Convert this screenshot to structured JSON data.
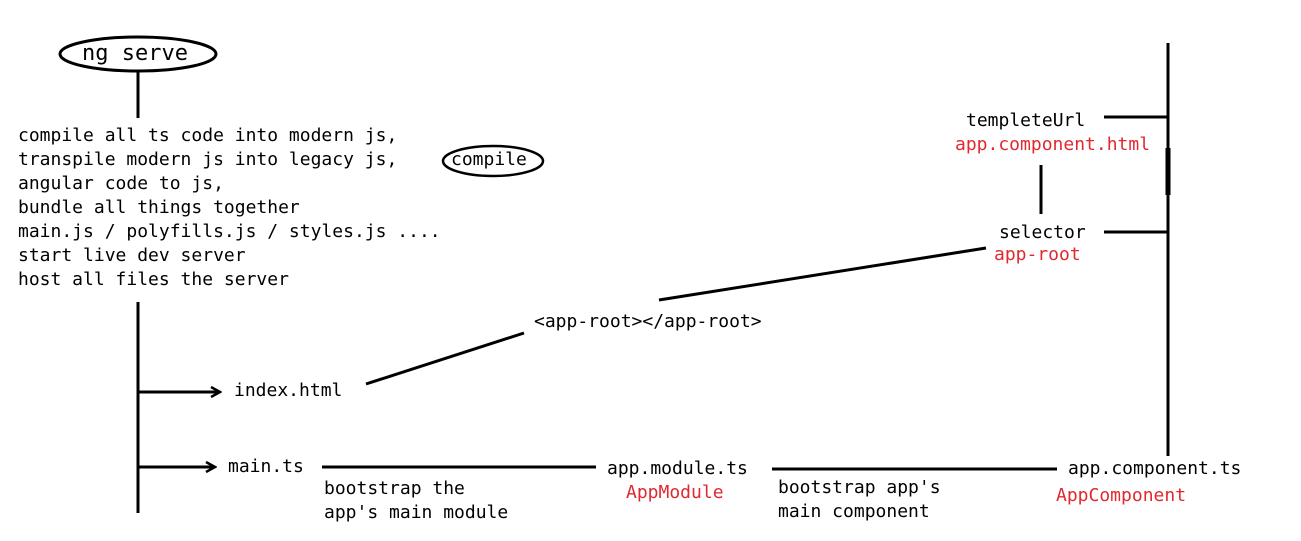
{
  "start": {
    "command": "ng serve",
    "steps": [
      "compile all ts code into modern js,",
      "transpile modern js into legacy js,",
      "angular code to js,",
      "bundle all things together",
      "main.js / polyfills.js / styles.js ....",
      "start live dev server",
      "host all files the server"
    ],
    "circled_note": "compile"
  },
  "branches": {
    "index": "index.html",
    "main": "main.ts"
  },
  "tags": {
    "app_root_tag": "<app-root></app-root>"
  },
  "module": {
    "file": "app.module.ts",
    "class": "AppModule",
    "edge_in_label": [
      "bootstrap the",
      "app's main module"
    ],
    "edge_out_label": [
      "bootstrap app's",
      "main component"
    ]
  },
  "component": {
    "file": "app.component.ts",
    "class": "AppComponent",
    "selector_label": "selector",
    "selector_value": "app-root",
    "template_label": "templeteUrl",
    "template_value": "app.component.html"
  },
  "colors": {
    "line": "#000000",
    "accent": "#e0282e"
  }
}
